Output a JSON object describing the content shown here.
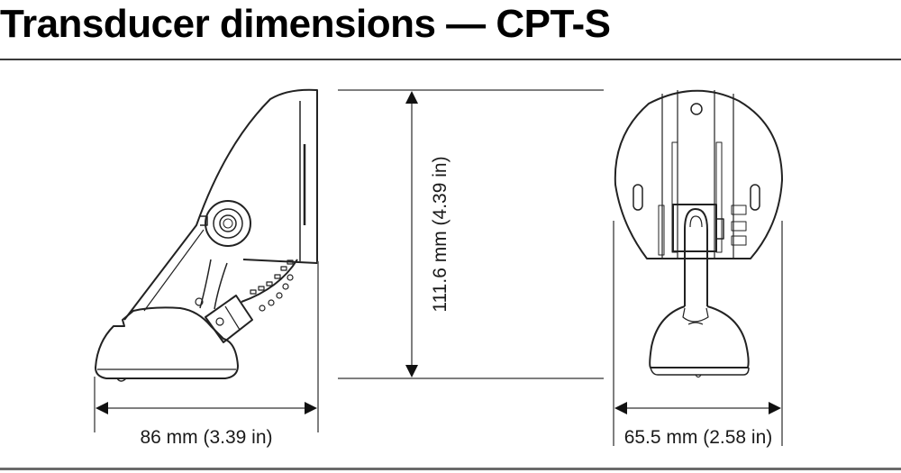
{
  "title": "Transducer dimensions — CPT-S",
  "dimensions": {
    "side_width": "86 mm (3.39 in)",
    "height": "111.6 mm (4.39 in)",
    "front_width": "65.5 mm (2.58 in)"
  },
  "views": {
    "side": "side-view",
    "front": "front-view"
  },
  "colors": {
    "line": "#222222",
    "dimension_line": "#555555",
    "rule": "#3a3a3a"
  }
}
